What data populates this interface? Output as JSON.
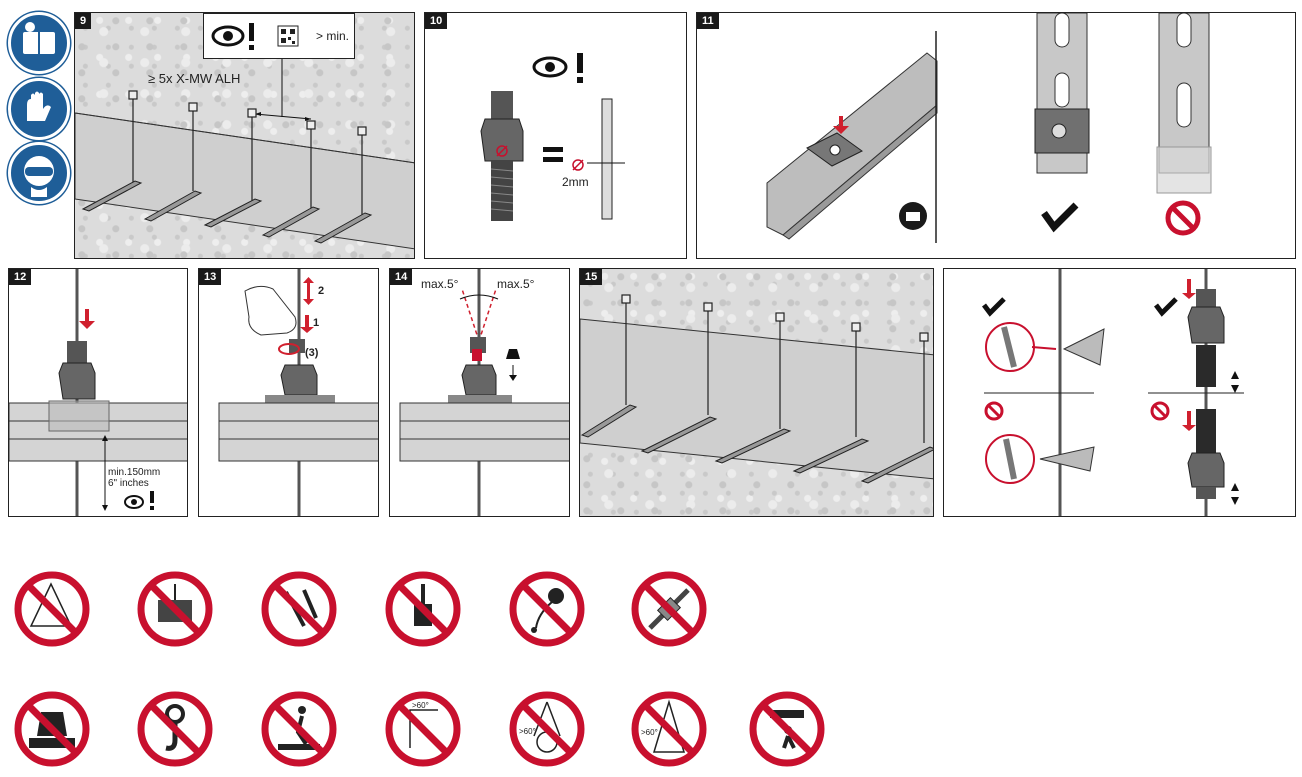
{
  "safety_signs": [
    "read-manual-icon",
    "wear-gloves-icon",
    "wear-eye-protection-icon"
  ],
  "steps": {
    "s9": {
      "number": "9",
      "min_label": "> min.",
      "count_label": "≥ 5x X-MW ALH"
    },
    "s10": {
      "number": "10",
      "gap_label": "2mm",
      "equals": "="
    },
    "s11": {
      "number": "11"
    },
    "s12": {
      "number": "12",
      "distance_line1": "min.150mm",
      "distance_line2": "6\" inches"
    },
    "s13": {
      "number": "13",
      "step1": "1",
      "step2": "2",
      "step3": "(3)"
    },
    "s14": {
      "number": "14",
      "angle_left": "max.5°",
      "angle_right": "max.5°"
    },
    "s15": {
      "number": "15"
    },
    "s16": {
      "number": ""
    }
  },
  "prohibitions_row1": [
    "no-angled-load-icon",
    "no-swinging-load-icon",
    "no-welding-sparks-icon",
    "no-painting-icon",
    "no-liquid-contact-icon",
    "no-splicing-wire-icon"
  ],
  "prohibitions_row2": [
    "no-overload-icon",
    "no-lifting-hook-icon",
    "no-standing-on-icon",
    "no-angle-over-60-icon",
    "no-looped-load-icon",
    "no-angle-over-60-b-icon",
    "no-walking-under-load-icon"
  ],
  "prohibition_labels": {
    "angle": ">60°"
  },
  "colors": {
    "prohibition_red": "#c8102e",
    "mandatory_blue": "#1f5e98",
    "arrow_red": "#d0202e",
    "dark": "#1a1a1a"
  }
}
